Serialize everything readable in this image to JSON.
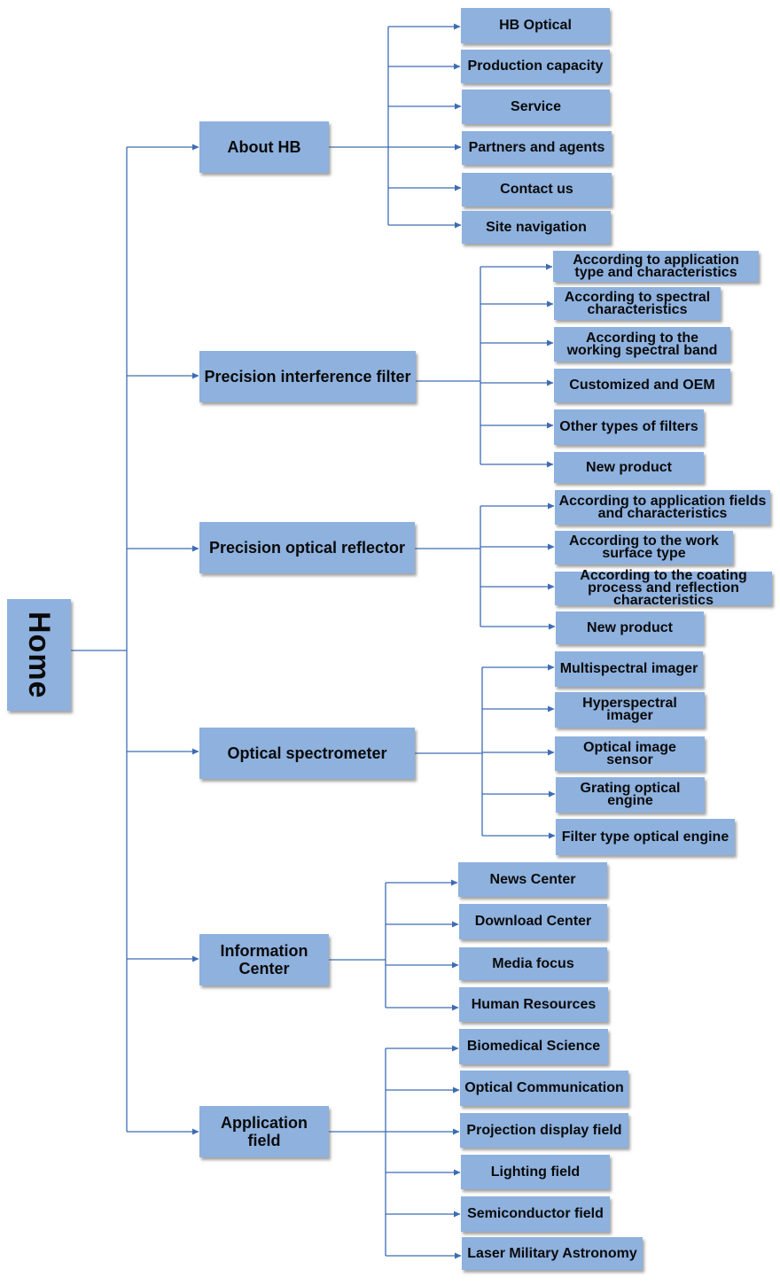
{
  "root": {
    "label": "Home"
  },
  "sections": [
    {
      "label": "About HB",
      "children": [
        "HB Optical",
        "Production capacity",
        "Service",
        "Partners and agents",
        "Contact us",
        "Site navigation"
      ]
    },
    {
      "label": "Precision interference filter",
      "children": [
        "According to application type and characteristics",
        "According to spectral characteristics",
        "According to the working spectral band",
        "Customized and OEM",
        "Other types of filters",
        "New product"
      ]
    },
    {
      "label": "Precision optical reflector",
      "children": [
        "According to application fields and characteristics",
        "According to the work surface type",
        "According to the coating process and reflection characteristics",
        "New product"
      ]
    },
    {
      "label": "Optical spectrometer",
      "children": [
        "Multispectral imager",
        "Hyperspectral imager",
        "Optical image sensor",
        "Grating optical engine",
        "Filter type optical engine"
      ]
    },
    {
      "label": "Information Center",
      "children": [
        "News Center",
        "Download Center",
        "Media focus",
        "Human Resources"
      ]
    },
    {
      "label": "Application field",
      "children": [
        "Biomedical Science",
        "Optical Communication",
        "Projection display field",
        "Lighting field",
        "Semiconductor field",
        "Laser Military Astronomy"
      ]
    }
  ],
  "colors": {
    "box": "#8eb1de",
    "line": "#3d6cb3"
  }
}
